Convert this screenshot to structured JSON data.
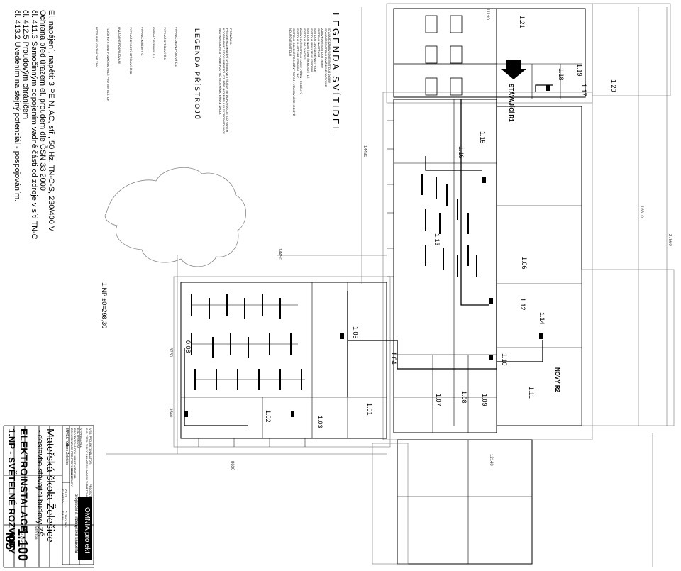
{
  "legend": {
    "title": "LEGENDA SVÍTIDEL",
    "items": [
      "STÁVAJÍCÍ ZÁŘIVKOVÉ SVÍTIDLO 2x36W",
      "STÁVAJÍCÍ SVÍTIDLO ZAVĚŠENÉ NA TYČCE",
      "ZÁŘIVKOVÉ SVÍTIDLO 2x36W",
      "SVÍTIDLO NÁSTĚNNÉ",
      "SVÍTIDLO ZAVĚŠENÉ NA TYČCE",
      "SVÍTIDLO PŘISAZENÉ STROPNÍ",
      "SVÍTIDLO NÁSTĚNNÉ ŠIKMOSVĚTLÉ",
      "SVÍTIDLO DO ZÁHONŮ",
      "ZÁŘIVKOVÉ SVÍTIDLO 2x36W - TŘEN - PODÉLNÝ",
      "SVÍTIDLO NÁSTĚNNÉ STROPNÍ - WC",
      "SVÍTIDLO OBLICKÉ PODLOŽNÝ ZDROJ - VEMKOVNÍ SCHODIŠTĚ",
      "NOUZOVÉ SVÍTIDLO"
    ],
    "notes": [
      "POZNÁMKA:",
      "PŘESNÉ ROZMÍSTĚNÍ SVÍTIDEL VE TŘÍDÁCH SE DOPORUČUJE S ÚTVAREM",
      "KOORDINOVAT S DOKUMENTACÍ VZT, PŘÍP. INTERIÉRU, ELEKTROINSTALACE",
      "NAD INVESTOREM PODLE POKYNŮ VEDENÍ MATEŘSKÉ ŠKOLY."
    ],
    "switch_title": "LEGENDA PŘÍSTROJŮ",
    "switches": [
      "VYPÍNAČ JEDNOPÓLOVÝ Č.1",
      "VYPÍNAČ STŘÍDAVÝ Č.6",
      "VYPÍNAČ SÉRIOVÝ Č.5",
      "VYPÍNAČ KŘÍŽOVÝ Č.7",
      "VYPÍNAČ DVOJITÝ STŘÍDAVÝ Č.5B",
      "OVLÁDANÉ POSPOJOVÁNÍ",
      "TLAČÍTKO S MULTIFUNKČNÍM RELÉ PRO VENTILÁTOR",
      "POTRUBNÍ VENTILÁTOR 230V"
    ]
  },
  "electrical_notes": [
    "El. napájení, napětí: 3 PE N, AC, stř., 50 Hz, TN-C-S, 230/400 V",
    "Ochrana před úrazem el. proudem dle ČSN 33 2000",
    "čl. 411.3 Samočinným odpojením vadné části od zdroje v síti TN-C",
    "čl. 412.5  Proudovým chráničem",
    "čl. 413.2  Uvedením na stejný potenciál - pospojováním."
  ],
  "floor_level": "1.NP  ±0=298,30",
  "rooms": [
    "1.21",
    "1.19",
    "1.20",
    "1.17",
    "1.18",
    "1.15",
    "1.16",
    "1.13",
    "1.06",
    "1.14",
    "1.11",
    "1.10",
    "1.09",
    "1.08",
    "1.07",
    "1.05",
    "1.04",
    "1.03",
    "1.02",
    "1.01",
    "1.12",
    "0.08"
  ],
  "risers": [
    "STÁVAJÍCÍ R1",
    "NOVÝ R2"
  ],
  "dimensions": [
    "11190",
    "27560",
    "16610",
    "14430",
    "14450",
    "8630",
    "12140",
    "3750",
    "3540"
  ],
  "title_block": {
    "investor_label": "INVESTOR:",
    "investor": "obec Želešice",
    "project_title": "Mateřská škola Želešice",
    "project_subtitle": "- dostavba stávající budovy ZŠ",
    "drawing_title": "ELEKTROINSTALACE",
    "drawing_subtitle": "1.NP - SVĚTELNÉ ROZVODY",
    "scale": "1:100",
    "drawing_no": "I05",
    "firm": "OMNIA projekt",
    "firm_tagline": "projekční a inženýrská kancelář",
    "responsible_label": "VED. PROJEKTANT:",
    "responsible": "ING. VÍTEK TICHÝ",
    "author_label": "AUTOR:",
    "author": "ING. ARCH. MAREK TICHÝ",
    "designer_label": "PROJEKTANT:",
    "designer": "EVA TRNKOVÁ",
    "drawn_label": "VYPRACOVAL:",
    "drawn": "EVA TRNKOVÁ",
    "stage_label": "PROJEKTOVÁ DOKUMENTACE",
    "stage": "DOKUMENTACE PRO PROVEDENÍ STAVBY",
    "date_label": "DATUM:",
    "date": "12/2011",
    "part_label": "ČÁST:",
    "part": "ELEKTRO",
    "order_label": "Č. ZAKÁZKY:",
    "order": "Zl-1-15",
    "place_label": "MĚŘÍTKO:",
    "sheet_label": "ČÍSLO VÝKRESU:"
  }
}
